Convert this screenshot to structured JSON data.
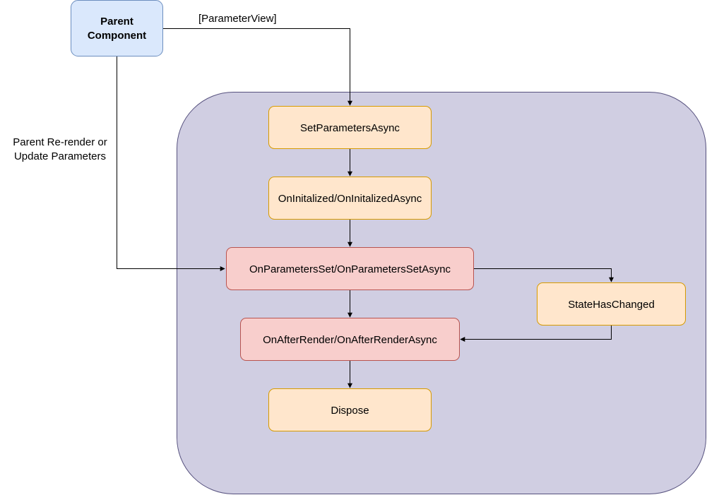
{
  "diagram": {
    "container": {
      "fill": "#d0cee2",
      "stroke": "#56517e"
    },
    "parent": {
      "line1": "Parent",
      "line2": "Component",
      "fill": "#dae8fc",
      "stroke": "#6c8ebf"
    },
    "nodes": {
      "set_parameters": "SetParametersAsync",
      "on_initialized": "OnInitalized/OnInitalizedAsync",
      "on_parameters_set": "OnParametersSet/OnParametersSetAsync",
      "state_has_changed": "StateHasChanged",
      "on_after_render": "OnAfterRender/OnAfterRenderAsync",
      "dispose": "Dispose"
    },
    "edge_labels": {
      "parameter_view": "[ParameterView]",
      "rerender_line1": "Parent Re-render or",
      "rerender_line2": "Update Parameters"
    },
    "colors": {
      "orange_fill": "#ffe6cc",
      "orange_stroke": "#d79b00",
      "red_fill": "#f8cecc",
      "red_stroke": "#b85450",
      "edge": "#000000"
    }
  }
}
